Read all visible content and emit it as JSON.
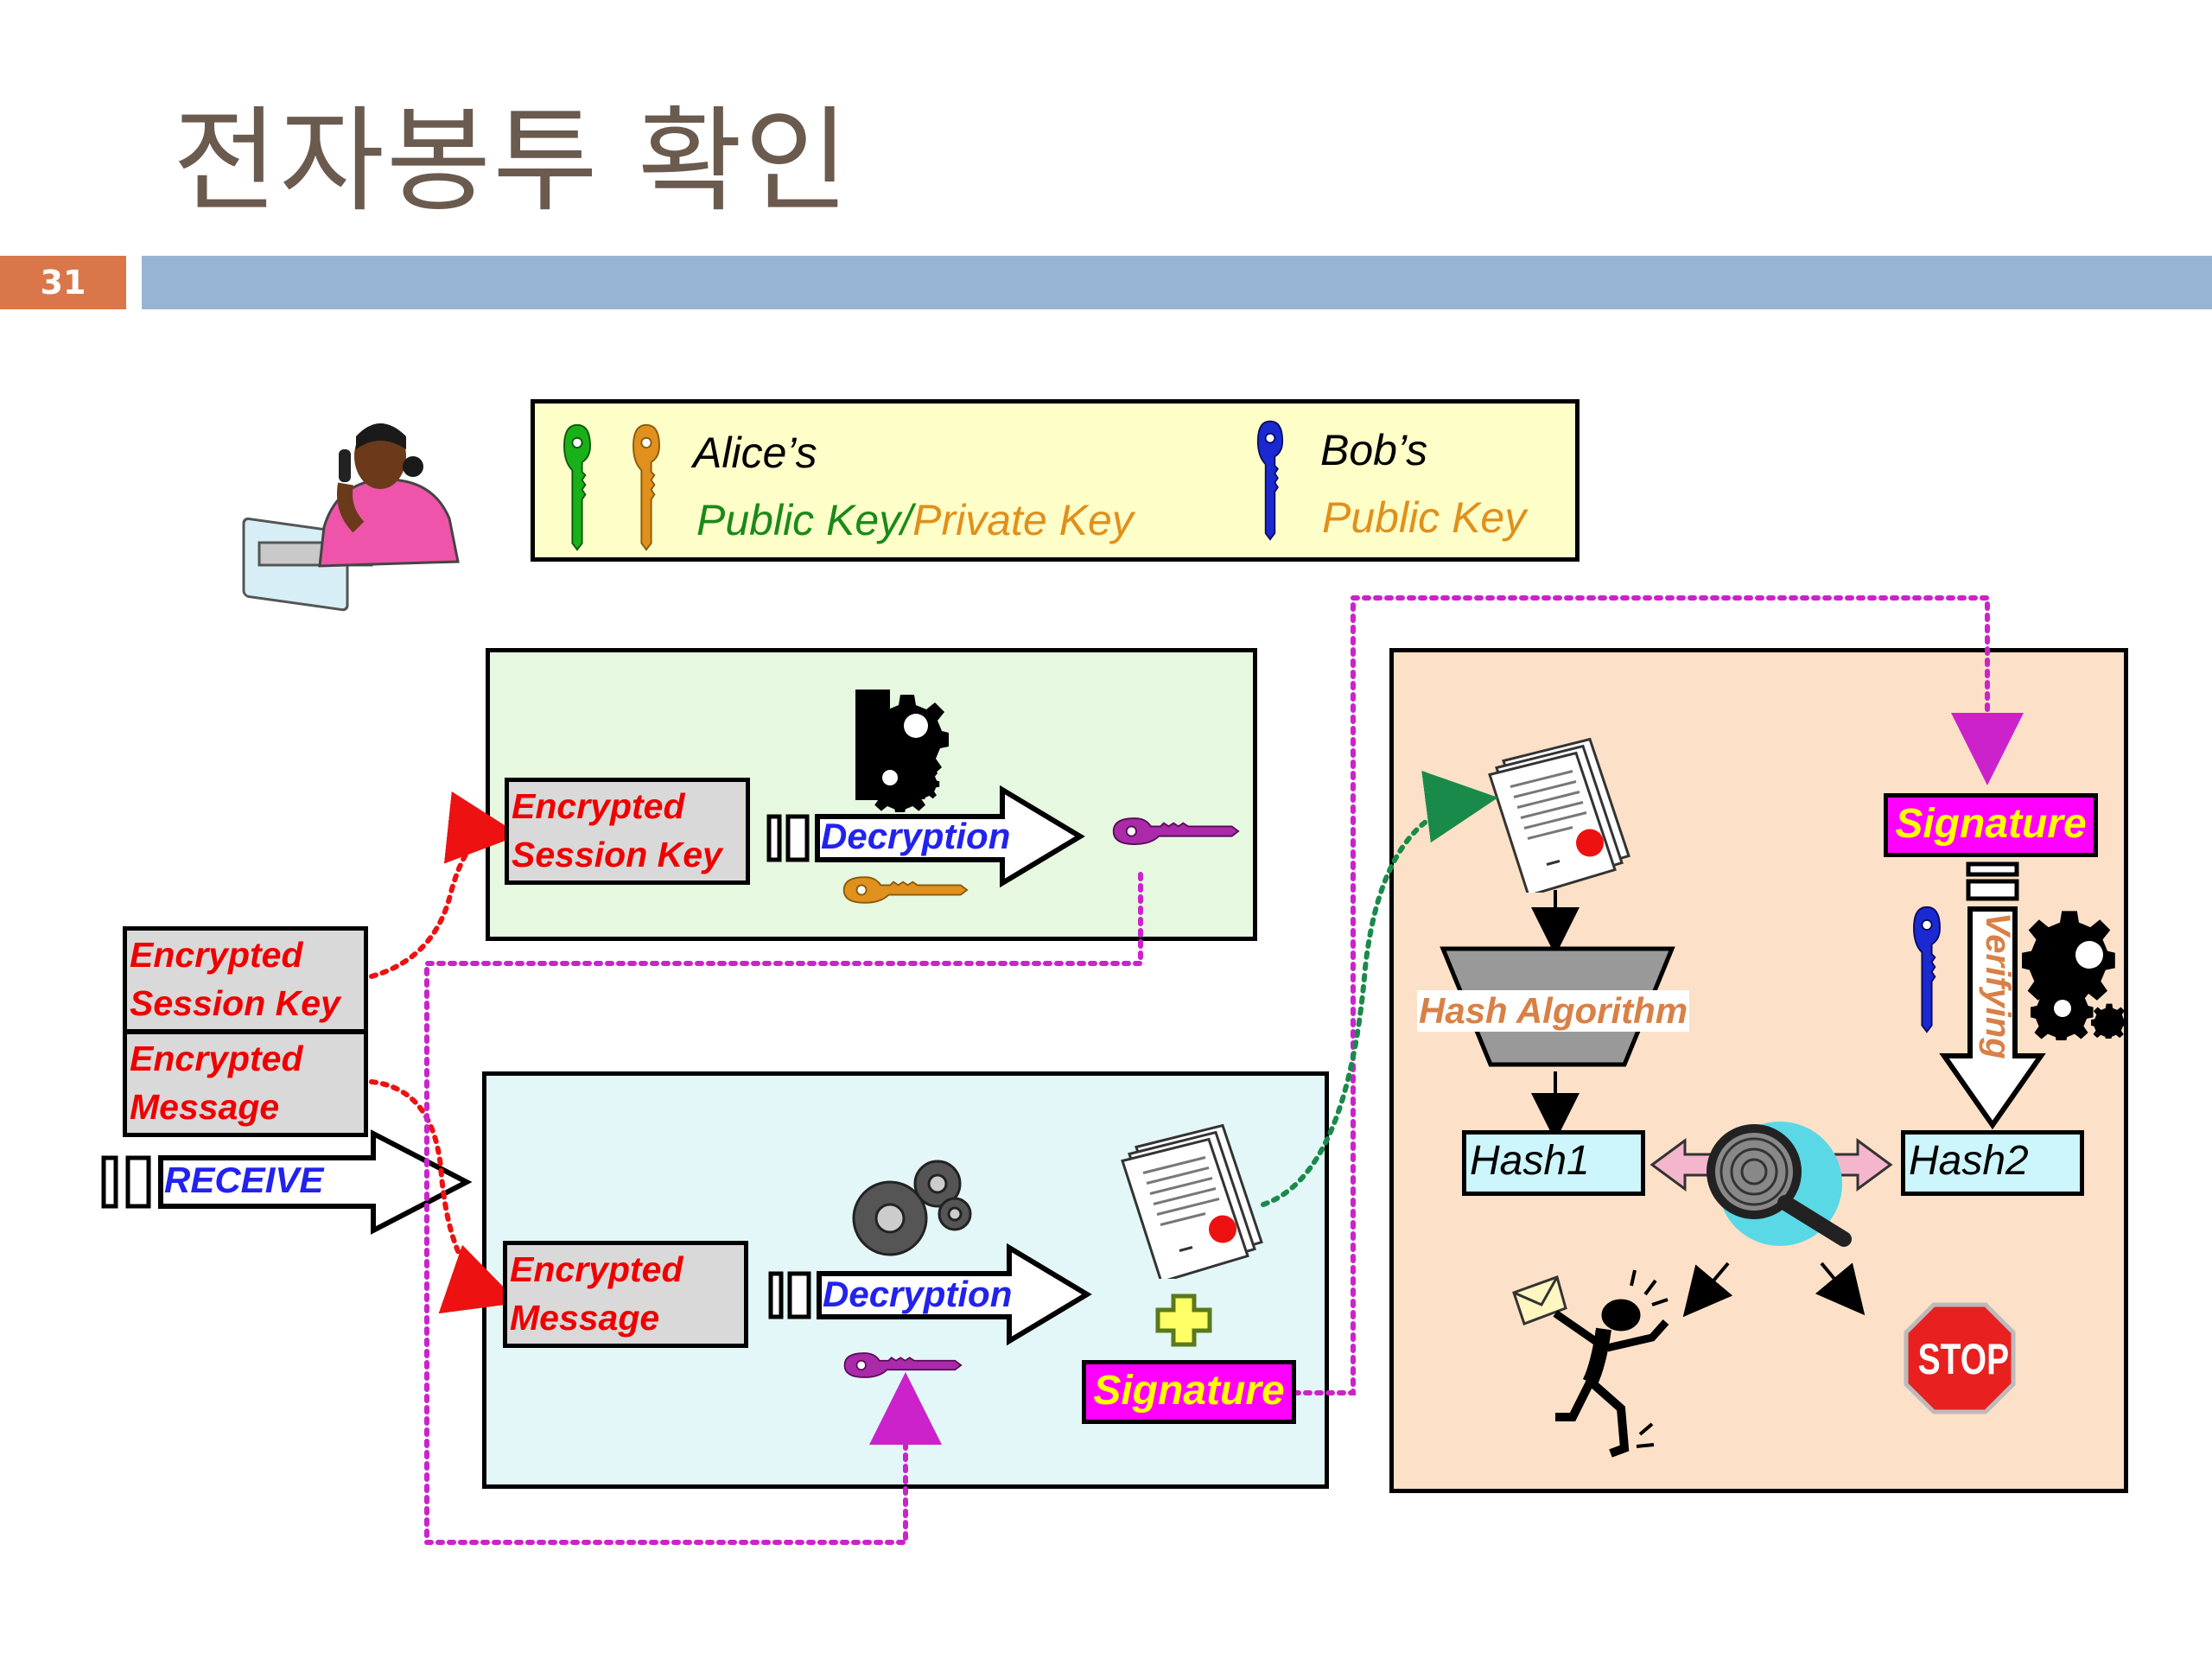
{
  "slide": {
    "title": "전자봉투 확인",
    "page_number": "31"
  },
  "legend": {
    "alice_label": "Alice’s",
    "alice_public_key": "Public Key",
    "separator": "/",
    "alice_private_key": "Private Key",
    "bob_label": "Bob’s",
    "bob_public_key": "Public Key"
  },
  "envelope": {
    "session_key_line1": "Encrypted",
    "session_key_line2": "Session Key",
    "message_line1": "Encrypted",
    "message_line2": "Message",
    "receive_label": "RECEIVE"
  },
  "session_panel": {
    "box_line1": "Encrypted",
    "box_line2": "Session Key",
    "decryption_label": "Decryption"
  },
  "message_panel": {
    "box_line1": "Encrypted",
    "box_line2": "Message",
    "decryption_label": "Decryption",
    "signature_label": "Signature"
  },
  "verify_panel": {
    "signature_label": "Signature",
    "hash_algorithm_label": "Hash Algorithm",
    "hash1_label": "Hash1",
    "hash2_label": "Hash2",
    "verifying_label": "Verifying",
    "stop_sign_text": "STOP"
  },
  "colors": {
    "alice_public_key": "#1aa01a",
    "alice_private_key": "#e0901c",
    "bob_public_key": "#1a2ad0",
    "session_key": "#aa2aaa",
    "encrypted_text": "#ee0000",
    "decryption_text": "#2222ee",
    "signature_fill": "#ff00ff",
    "signature_text": "#ffff00",
    "dotted_red": "#ee1111",
    "dotted_magenta": "#cc22cc",
    "dotted_green": "#1a8a4a"
  },
  "icons": [
    "woman-at-computer-icon",
    "green-key-icon",
    "orange-key-icon",
    "blue-key-icon",
    "gears-icon",
    "purple-key-icon",
    "document-icon",
    "plus-icon",
    "magnifier-icon",
    "running-man-icon",
    "stop-sign-icon"
  ]
}
